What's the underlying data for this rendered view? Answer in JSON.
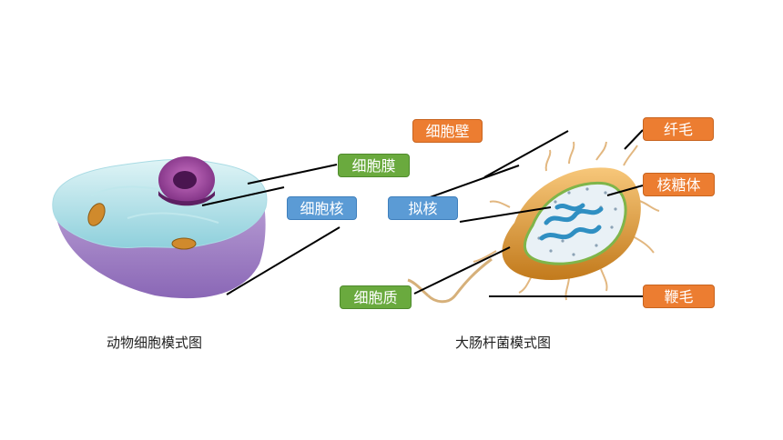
{
  "labels": {
    "cell_membrane": "细胞膜",
    "nucleus": "细胞核",
    "cell_wall": "细胞壁",
    "nucleoid": "拟核",
    "cytoplasm": "细胞质",
    "pili": "纤毛",
    "ribosome": "核糖体",
    "flagellum": "鞭毛"
  },
  "captions": {
    "animal_cell": "动物细胞模式图",
    "ecoli": "大肠杆菌模式图"
  },
  "colors": {
    "green": "#6aaa3e",
    "blue": "#5b9bd5",
    "orange": "#ec7d31"
  }
}
